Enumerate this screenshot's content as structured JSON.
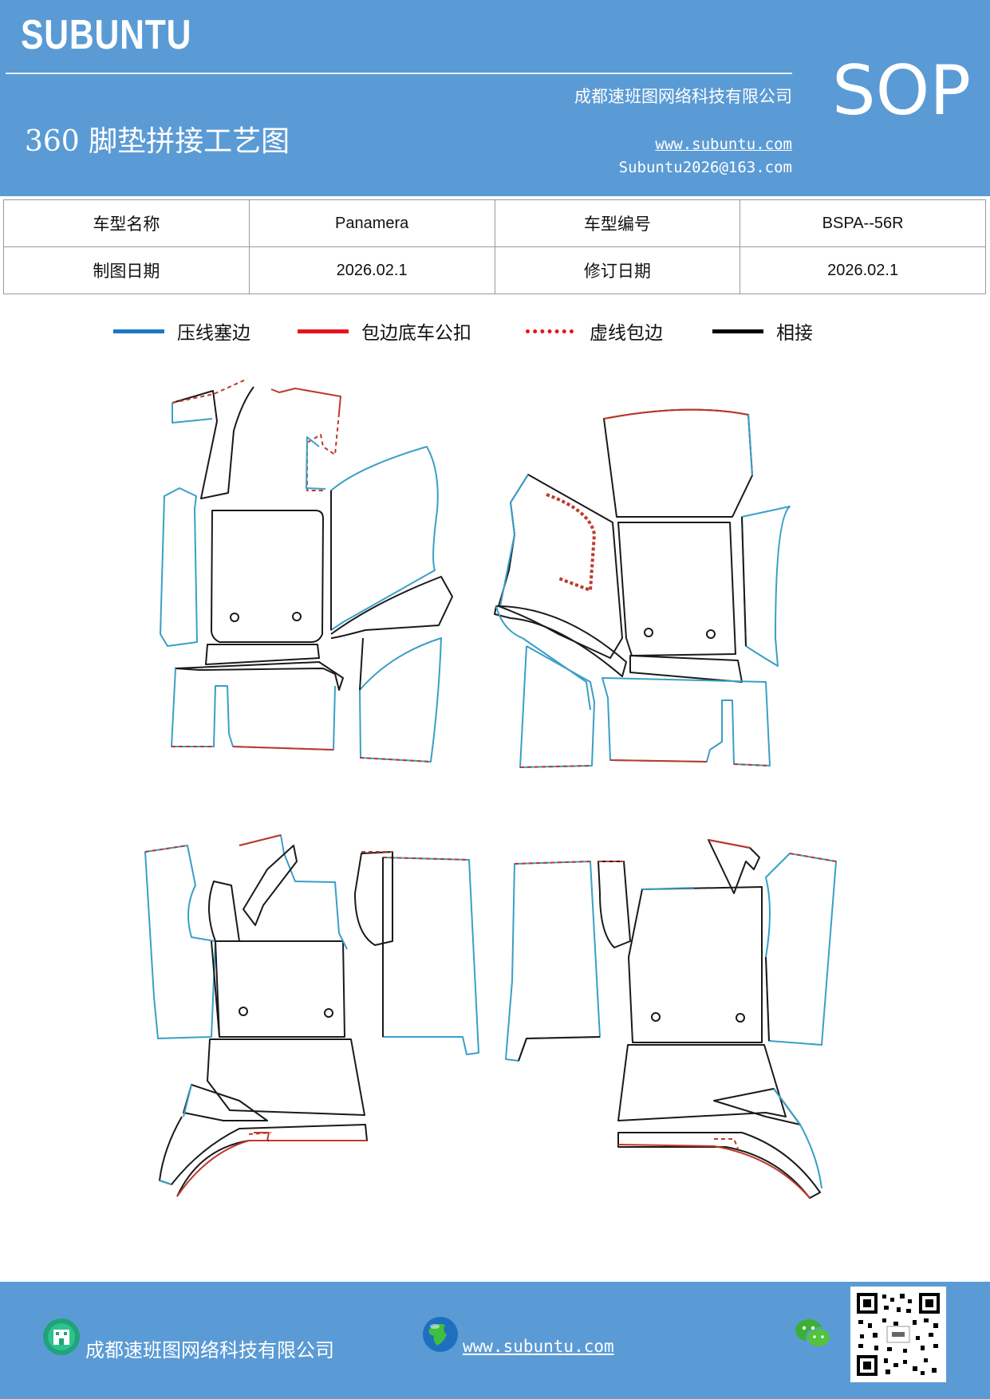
{
  "header": {
    "brand": "SUBUNTU",
    "company": "成都速班图网络科技有限公司",
    "title": "360 脚垫拼接工艺图",
    "website": "www.subuntu.com",
    "email": "Subuntu2026@163.com",
    "badge": "SOP"
  },
  "info_table": {
    "rows": [
      [
        "车型名称",
        "Panamera",
        "车型编号",
        "BSPA--56R"
      ],
      [
        "制图日期",
        "2026.02.1",
        "修订日期",
        "2026.02.1"
      ]
    ]
  },
  "legend": [
    {
      "label": "压线塞边",
      "color": "#1f77c4",
      "style": "solid"
    },
    {
      "label": "包边底车公扣",
      "color": "#e8141c",
      "style": "solid"
    },
    {
      "label": "虚线包边",
      "color": "#e8141c",
      "style": "dotted"
    },
    {
      "label": "相接",
      "color": "#000000",
      "style": "solid"
    }
  ],
  "colors": {
    "band": "#5b9bd5",
    "press_line": "#3a9fc6",
    "wrap_edge": "#c0392b",
    "join": "#1a1a1a"
  },
  "footer": {
    "company": "成都速班图网络科技有限公司",
    "website": "www.subuntu.com",
    "building_icon": "building-icon",
    "globe_icon": "globe-icon",
    "wechat_icon": "wechat-icon"
  }
}
